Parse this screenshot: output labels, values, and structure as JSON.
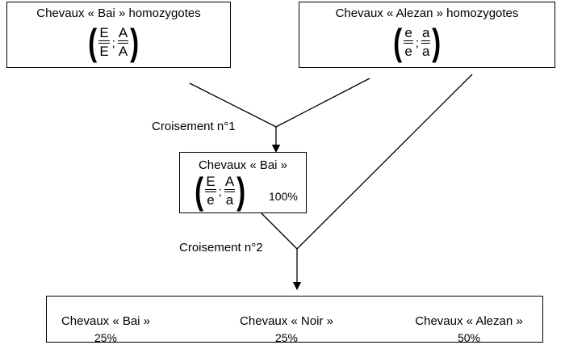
{
  "parent1": {
    "title": "Chevaux « Bai » homozygotes",
    "genotype": {
      "a1": {
        "num": "E",
        "den": "E"
      },
      "sep": ";",
      "a2": {
        "num": "A",
        "den": "A"
      }
    }
  },
  "parent2": {
    "title": "Chevaux « Alezan » homozygotes",
    "genotype": {
      "a1": {
        "num": "e",
        "den": "e"
      },
      "sep": ";",
      "a2": {
        "num": "a",
        "den": "a"
      }
    }
  },
  "cross1": {
    "label": "Croisement n°1"
  },
  "f1": {
    "title": "Chevaux « Bai »",
    "genotype": {
      "a1": {
        "num": "E",
        "den": "e"
      },
      "sep": ";",
      "a2": {
        "num": "A",
        "den": "a"
      }
    },
    "percent": "100%"
  },
  "cross2": {
    "label": "Croisement n°2"
  },
  "results": [
    {
      "name": "Chevaux « Bai »",
      "percent": "25%"
    },
    {
      "name": "Chevaux « Noir »",
      "percent": "25%"
    },
    {
      "name": "Chevaux « Alezan »",
      "percent": "50%"
    }
  ],
  "colors": {
    "line": "#000000",
    "background": "#ffffff"
  }
}
